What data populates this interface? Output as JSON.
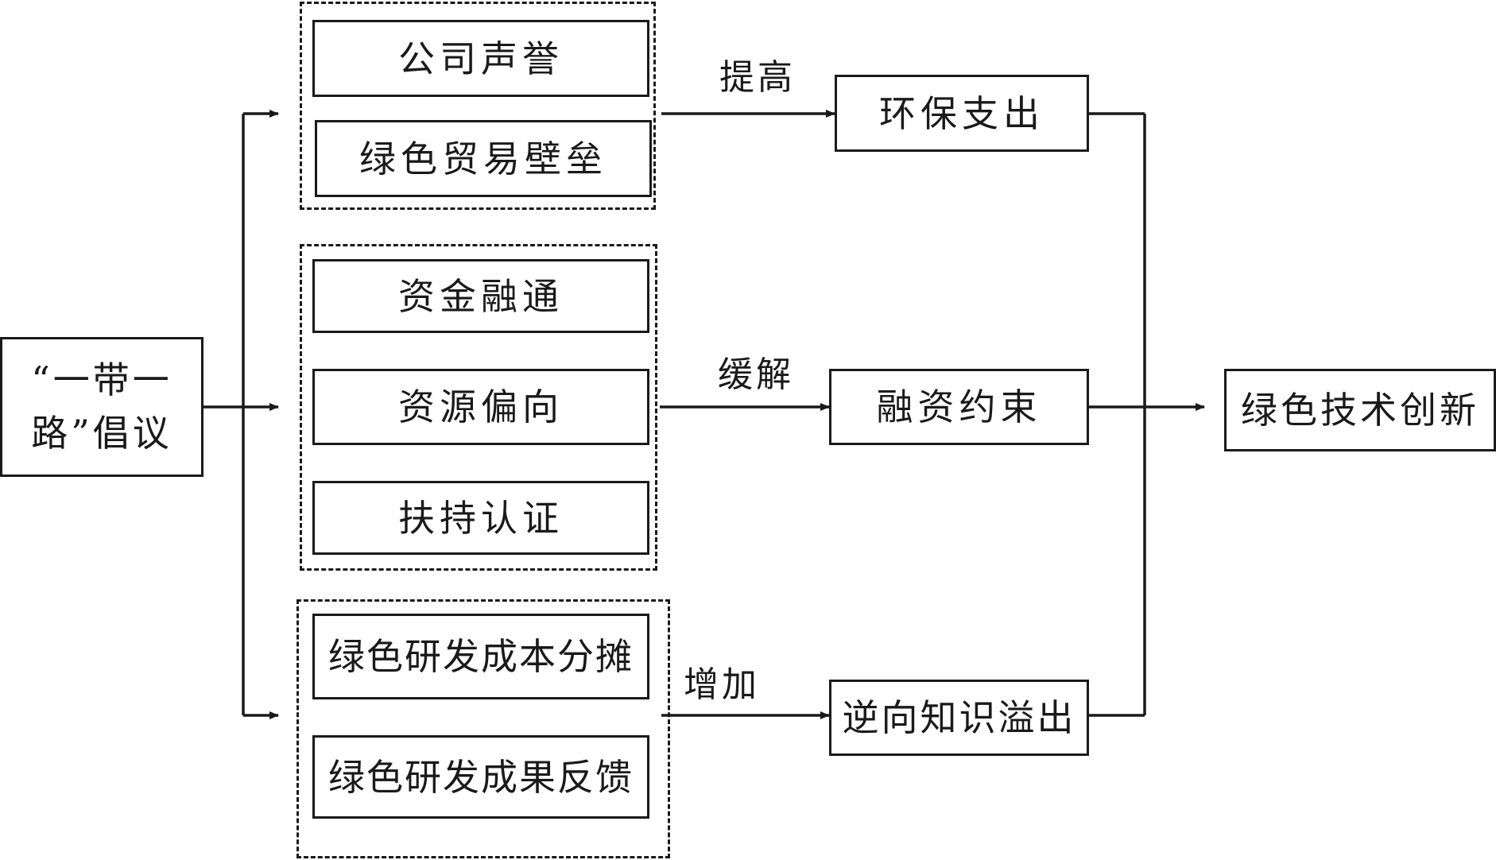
{
  "source": {
    "line1": "“一带一",
    "line2": "路”倡议"
  },
  "groups": [
    {
      "items": [
        "公司声誉",
        "绿色贸易壁垒"
      ]
    },
    {
      "items": [
        "资金融通",
        "资源偏向",
        "扶持认证"
      ]
    },
    {
      "items": [
        "绿色研发成本分摊",
        "绿色研发成果反馈"
      ]
    }
  ],
  "edges": [
    "提高",
    "缓解",
    "增加"
  ],
  "mediators": [
    "环保支出",
    "融资约束",
    "逆向知识溢出"
  ],
  "outcome": "绿色技术创新"
}
